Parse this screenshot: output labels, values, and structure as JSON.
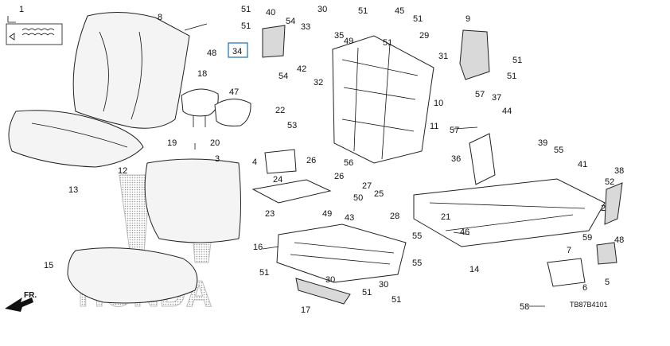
{
  "diagram": {
    "drawing_code": "TB87B4101",
    "direction_label": "FR.",
    "watermark": "HONDA",
    "highlighted_part": "34",
    "callouts": [
      {
        "id": "c1",
        "text": "1"
      },
      {
        "id": "c2",
        "text": "2"
      },
      {
        "id": "c3",
        "text": "3"
      },
      {
        "id": "c4",
        "text": "4"
      },
      {
        "id": "c5",
        "text": "5"
      },
      {
        "id": "c6",
        "text": "6"
      },
      {
        "id": "c7",
        "text": "7"
      },
      {
        "id": "c8",
        "text": "8"
      },
      {
        "id": "c9",
        "text": "9"
      },
      {
        "id": "c10",
        "text": "10"
      },
      {
        "id": "c11",
        "text": "11"
      },
      {
        "id": "c12",
        "text": "12"
      },
      {
        "id": "c13",
        "text": "13"
      },
      {
        "id": "c14",
        "text": "14"
      },
      {
        "id": "c15",
        "text": "15"
      },
      {
        "id": "c16",
        "text": "16"
      },
      {
        "id": "c17",
        "text": "17"
      },
      {
        "id": "c18",
        "text": "18"
      },
      {
        "id": "c19",
        "text": "19"
      },
      {
        "id": "c20",
        "text": "20"
      },
      {
        "id": "c21",
        "text": "21"
      },
      {
        "id": "c22",
        "text": "22"
      },
      {
        "id": "c23",
        "text": "23"
      },
      {
        "id": "c24",
        "text": "24"
      },
      {
        "id": "c25",
        "text": "25"
      },
      {
        "id": "c26a",
        "text": "26"
      },
      {
        "id": "c26b",
        "text": "26"
      },
      {
        "id": "c27",
        "text": "27"
      },
      {
        "id": "c28",
        "text": "28"
      },
      {
        "id": "c29",
        "text": "29"
      },
      {
        "id": "c30a",
        "text": "30"
      },
      {
        "id": "c30b",
        "text": "30"
      },
      {
        "id": "c30c",
        "text": "30"
      },
      {
        "id": "c31",
        "text": "31"
      },
      {
        "id": "c32",
        "text": "32"
      },
      {
        "id": "c33",
        "text": "33"
      },
      {
        "id": "c34",
        "text": "34"
      },
      {
        "id": "c35",
        "text": "35"
      },
      {
        "id": "c36",
        "text": "36"
      },
      {
        "id": "c37",
        "text": "37"
      },
      {
        "id": "c38",
        "text": "38"
      },
      {
        "id": "c39",
        "text": "39"
      },
      {
        "id": "c40",
        "text": "40"
      },
      {
        "id": "c41",
        "text": "41"
      },
      {
        "id": "c42",
        "text": "42"
      },
      {
        "id": "c43",
        "text": "43"
      },
      {
        "id": "c44",
        "text": "44"
      },
      {
        "id": "c45",
        "text": "45"
      },
      {
        "id": "c46",
        "text": "46"
      },
      {
        "id": "c47",
        "text": "47"
      },
      {
        "id": "c48a",
        "text": "48"
      },
      {
        "id": "c48b",
        "text": "48"
      },
      {
        "id": "c49a",
        "text": "49"
      },
      {
        "id": "c49b",
        "text": "49"
      },
      {
        "id": "c50",
        "text": "50"
      },
      {
        "id": "c51a",
        "text": "51"
      },
      {
        "id": "c51b",
        "text": "51"
      },
      {
        "id": "c51c",
        "text": "51"
      },
      {
        "id": "c51d",
        "text": "51"
      },
      {
        "id": "c51e",
        "text": "51"
      },
      {
        "id": "c51f",
        "text": "51"
      },
      {
        "id": "c51g",
        "text": "51"
      },
      {
        "id": "c51h",
        "text": "51"
      },
      {
        "id": "c51i",
        "text": "51"
      },
      {
        "id": "c51j",
        "text": "51"
      },
      {
        "id": "c52",
        "text": "52"
      },
      {
        "id": "c53",
        "text": "53"
      },
      {
        "id": "c54a",
        "text": "54"
      },
      {
        "id": "c54b",
        "text": "54"
      },
      {
        "id": "c55a",
        "text": "55"
      },
      {
        "id": "c55b",
        "text": "55"
      },
      {
        "id": "c55c",
        "text": "55"
      },
      {
        "id": "c56",
        "text": "56"
      },
      {
        "id": "c57a",
        "text": "57"
      },
      {
        "id": "c57b",
        "text": "57"
      },
      {
        "id": "c58",
        "text": "58"
      },
      {
        "id": "c59",
        "text": "59"
      }
    ]
  }
}
